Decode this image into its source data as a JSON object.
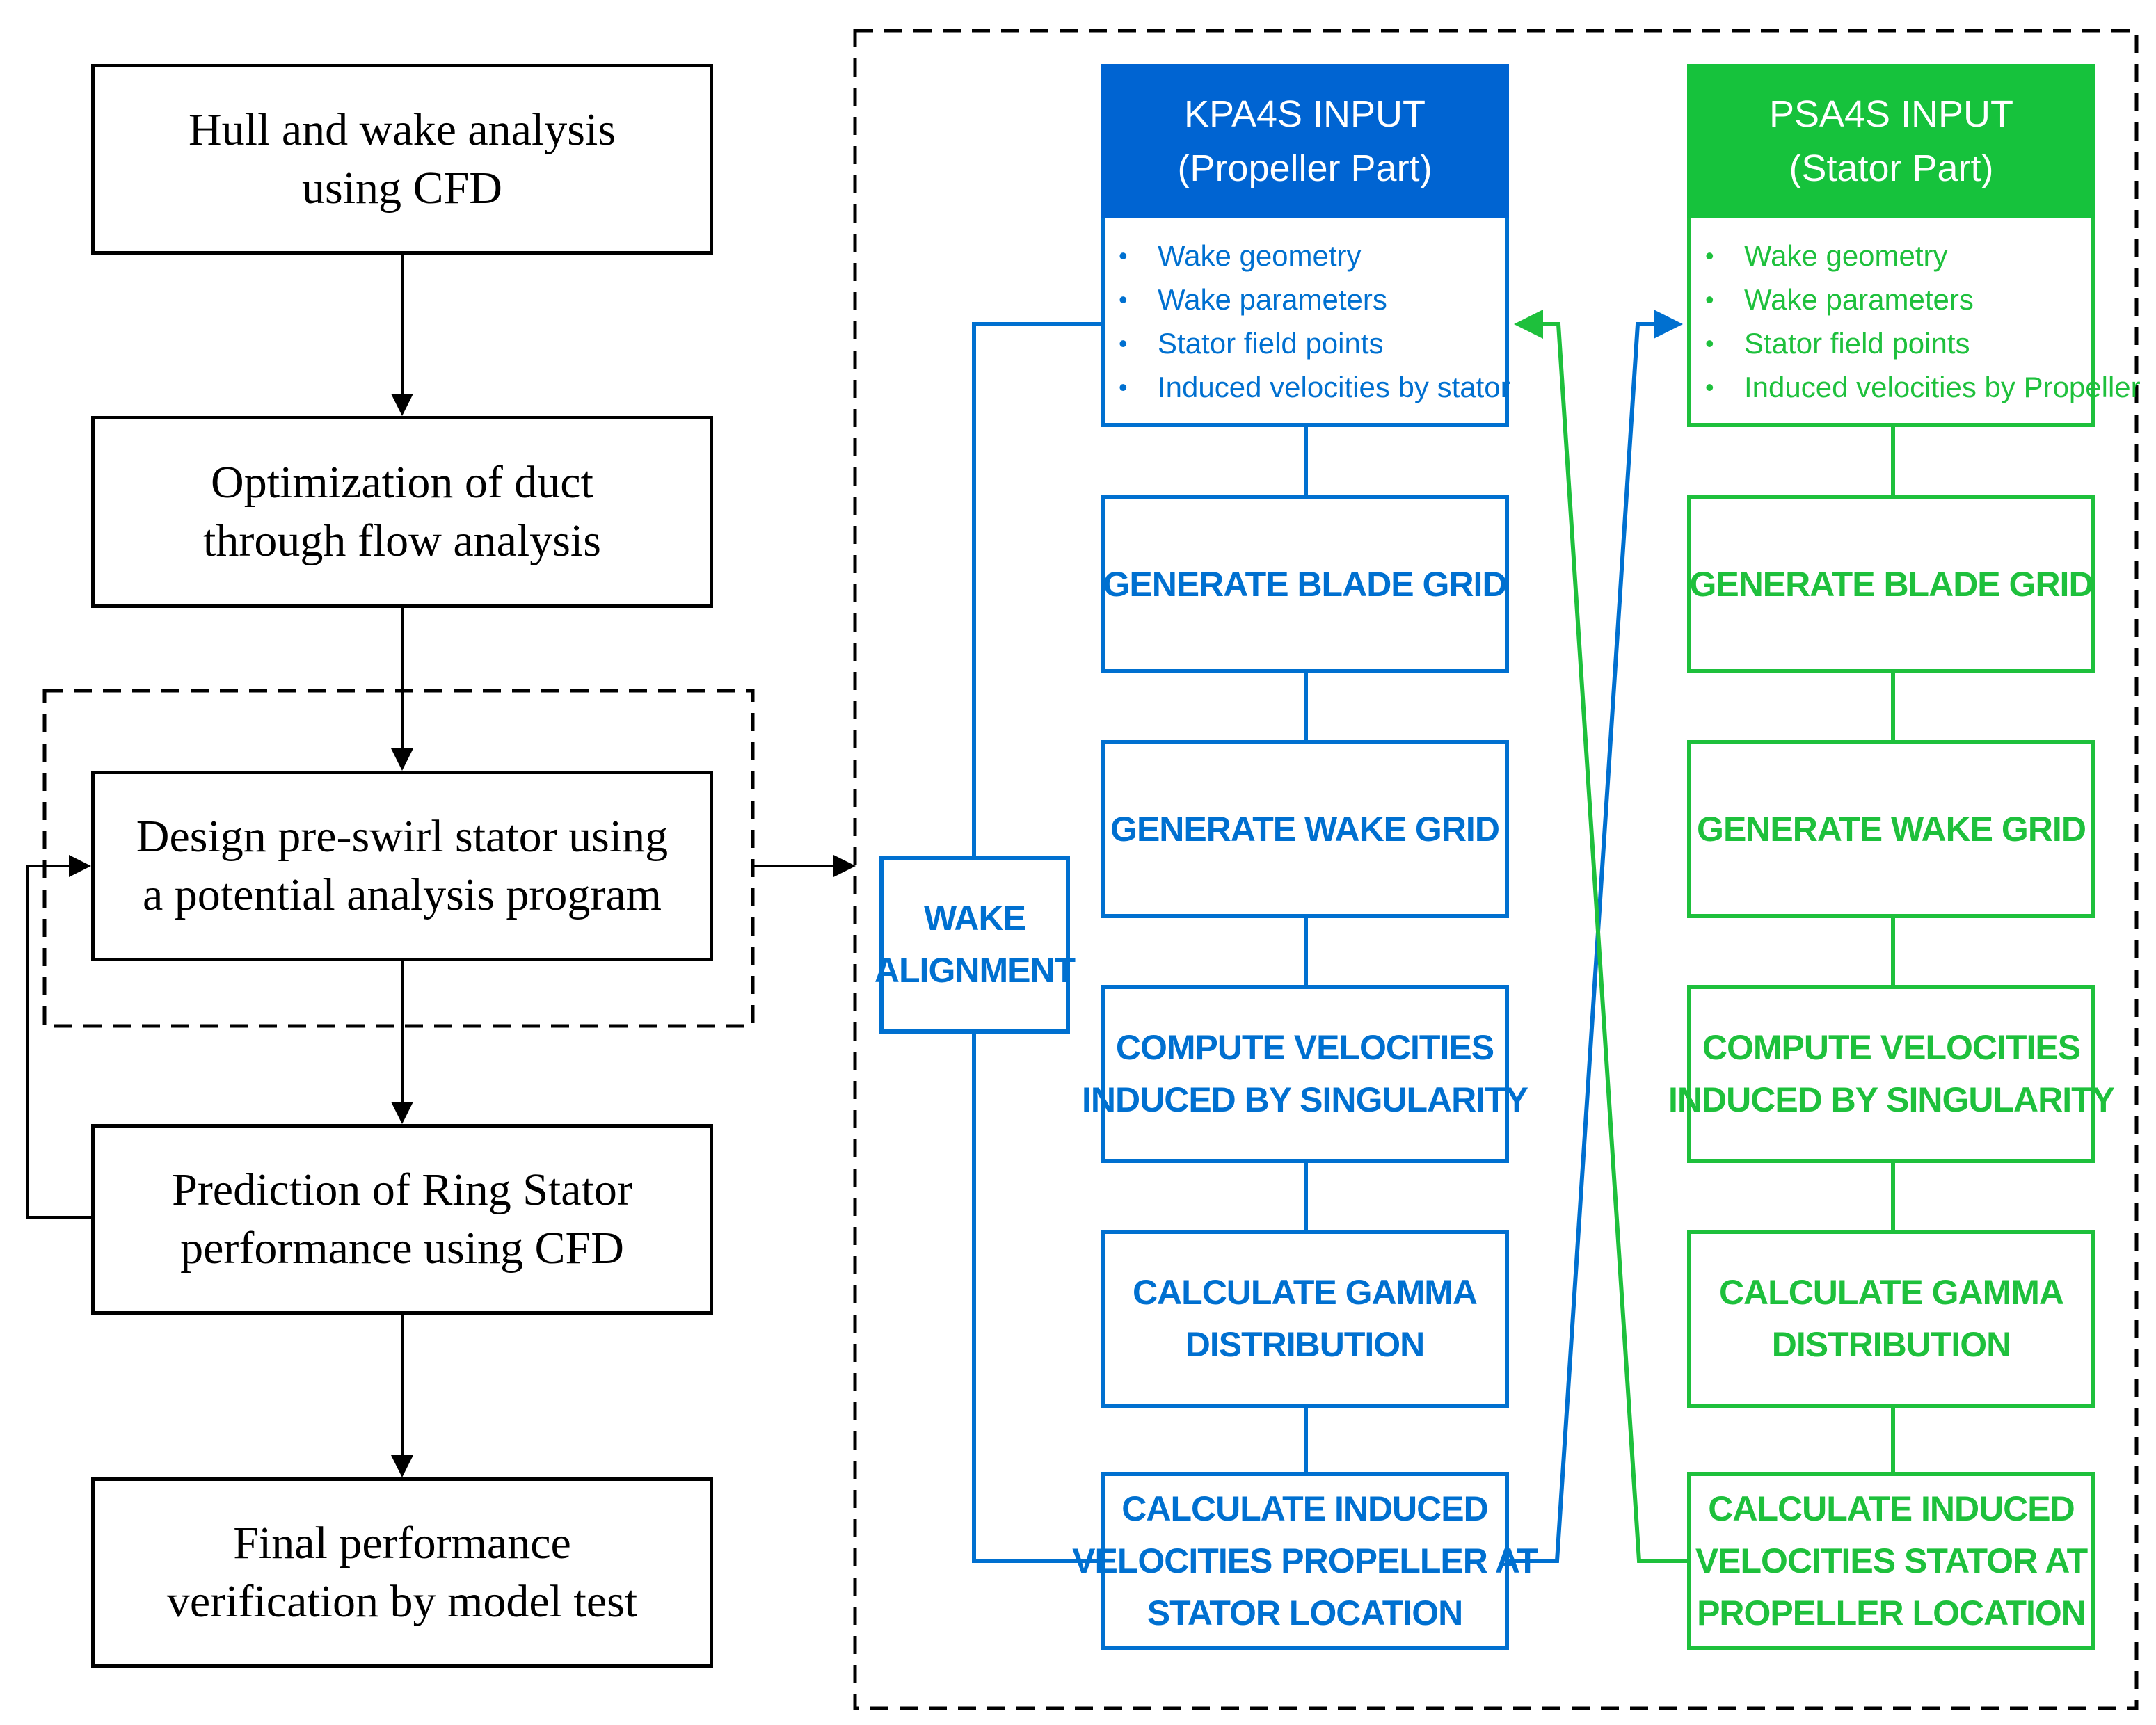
{
  "left_flow": {
    "steps": [
      {
        "lines": [
          "Hull and wake analysis",
          "using CFD"
        ]
      },
      {
        "lines": [
          "Optimization of duct",
          "through flow analysis"
        ]
      },
      {
        "lines": [
          "Design pre-swirl stator using",
          "a potential analysis program"
        ]
      },
      {
        "lines": [
          "Prediction of Ring Stator",
          "performance using CFD"
        ]
      },
      {
        "lines": [
          "Final performance",
          "verification by model test"
        ]
      }
    ]
  },
  "propeller_column": {
    "header": [
      "KPA4S INPUT",
      "(Propeller Part)"
    ],
    "inputs": [
      "Wake geometry",
      "Wake parameters",
      "Stator field points",
      "Induced velocities by stator"
    ],
    "steps": [
      [
        "GENERATE BLADE GRID"
      ],
      [
        "GENERATE WAKE GRID"
      ],
      [
        "COMPUTE VELOCITIES",
        "INDUCED BY SINGULARITY"
      ],
      [
        "CALCULATE GAMMA",
        "DISTRIBUTION"
      ],
      [
        "CALCULATE INDUCED",
        "VELOCITIES PROPELLER AT",
        "STATOR LOCATION"
      ]
    ]
  },
  "stator_column": {
    "header": [
      "PSA4S INPUT",
      "(Stator Part)"
    ],
    "inputs": [
      "Wake geometry",
      "Wake parameters",
      "Stator field points",
      "Induced velocities by Propeller"
    ],
    "steps": [
      [
        "GENERATE BLADE GRID"
      ],
      [
        "GENERATE WAKE GRID"
      ],
      [
        "COMPUTE VELOCITIES",
        "INDUCED BY SINGULARITY"
      ],
      [
        "CALCULATE GAMMA",
        "DISTRIBUTION"
      ],
      [
        "CALCULATE INDUCED",
        "VELOCITIES STATOR AT",
        "PROPELLER LOCATION"
      ]
    ]
  },
  "wake_alignment": [
    "WAKE",
    "ALIGNMENT"
  ],
  "colors": {
    "propeller_blue": "#0070D0",
    "stator_green": "#1EC03C",
    "left_flow_black": "#000000"
  }
}
